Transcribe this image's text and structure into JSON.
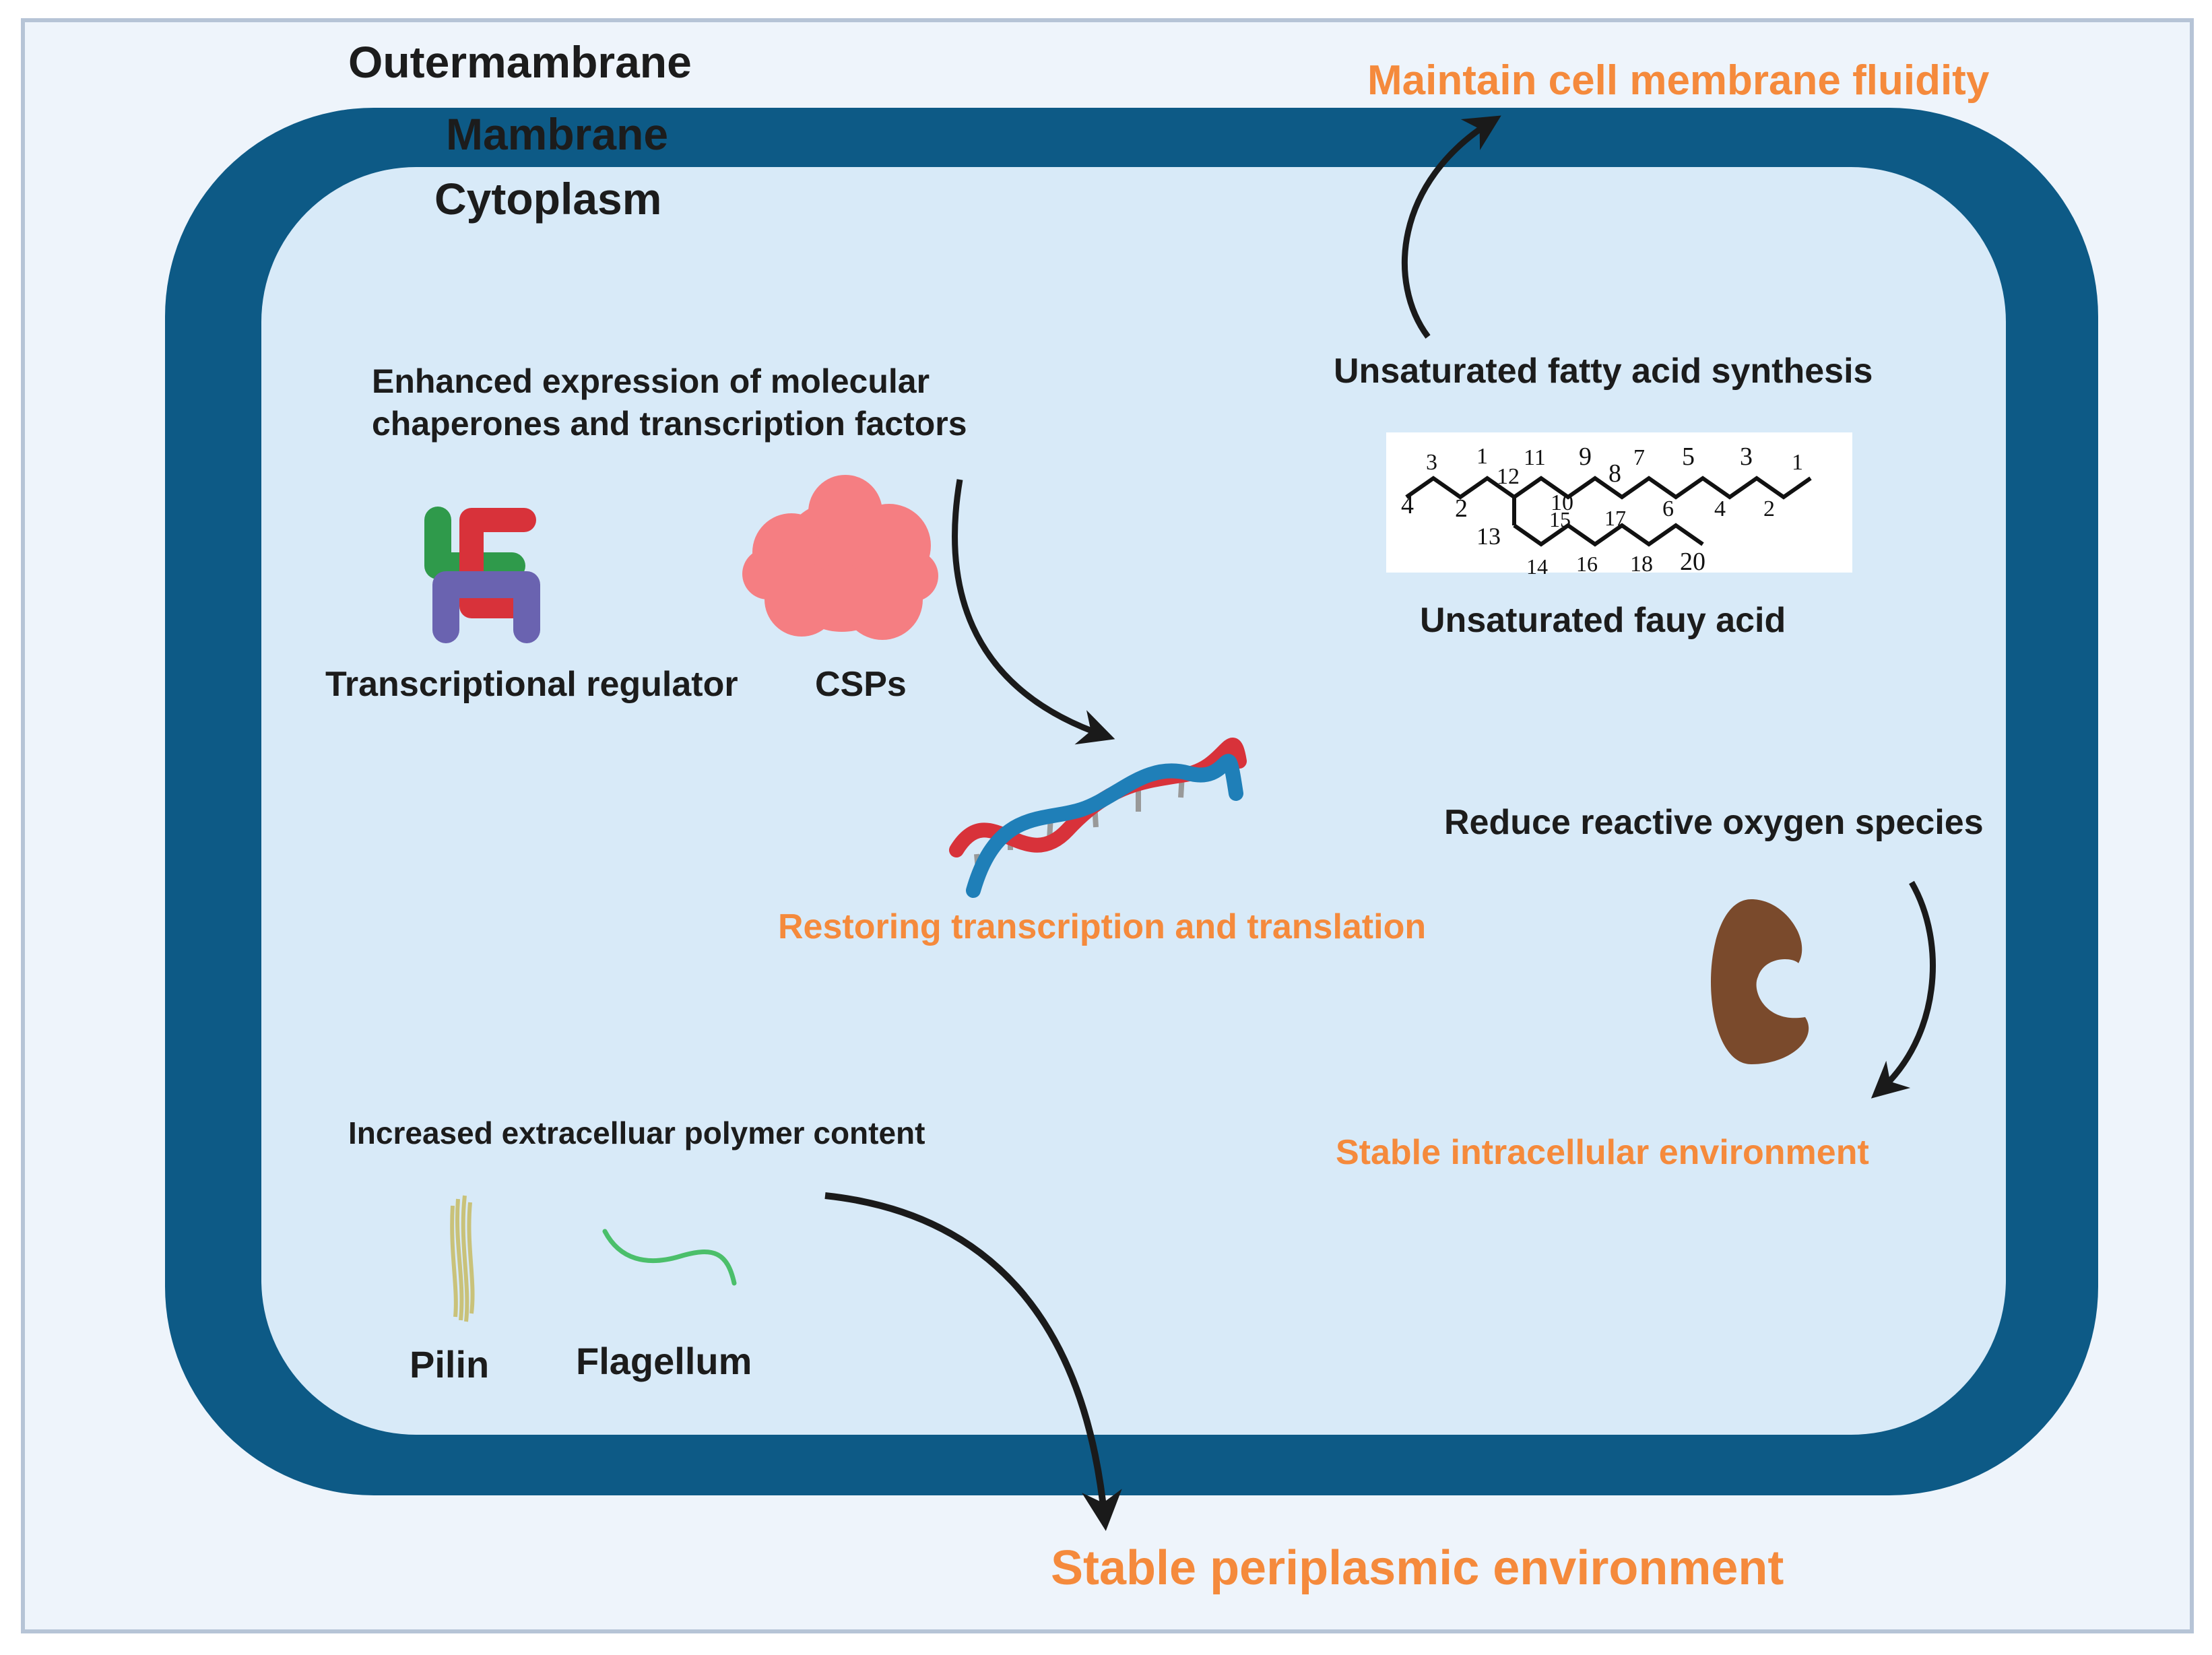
{
  "layers": {
    "outer_membrane": "Outermambrane",
    "membrane": "Mambrane",
    "cytoplasm": "Cytoplasm"
  },
  "top_right": {
    "result": "Maintain cell membrane fluidity",
    "process": "Unsaturated fatty acid synthesis",
    "molecule_caption": "Unsaturated fauy acid",
    "carbon_numbers": [
      "3",
      "1",
      "12",
      "11",
      "9",
      "8",
      "7",
      "5",
      "3",
      "1",
      "4",
      "2",
      "10",
      "15",
      "17",
      "6",
      "4",
      "2",
      "13",
      "14",
      "16",
      "18",
      "20"
    ]
  },
  "top_left": {
    "process_line1": "Enhanced expression of molecular",
    "process_line2": "chaperones and transcription factors",
    "regulator_label": "Transcriptional regulator",
    "csps_label": "CSPs"
  },
  "center": {
    "result": "Restoring transcription and translation"
  },
  "right_middle": {
    "process": "Reduce reactive oxygen species",
    "result": "Stable intracellular environment"
  },
  "bottom_left": {
    "process": "Increased extracelluar polymer content",
    "pilin_label": "Pilin",
    "flagellum_label": "Flagellum"
  },
  "bottom": {
    "result": "Stable periplasmic environment"
  },
  "colors": {
    "page_background": "#eef4fb",
    "frame_border": "#b6c4d6",
    "membrane": "#0d5a86",
    "cytoplasm": "#d8eaf8",
    "orange_text": "#f58a3c",
    "dark_text": "#1c1c1c",
    "dna_red": "#d8323a",
    "dna_blue": "#1f7fb8",
    "csps": "#f57e82",
    "ros_shape": "#7a4a2c",
    "flagellum": "#4bbf6b",
    "pilin": "#c9c27a",
    "regulator_green": "#2f9a4b",
    "regulator_red": "#d8323a",
    "regulator_purple": "#6a63b0"
  }
}
